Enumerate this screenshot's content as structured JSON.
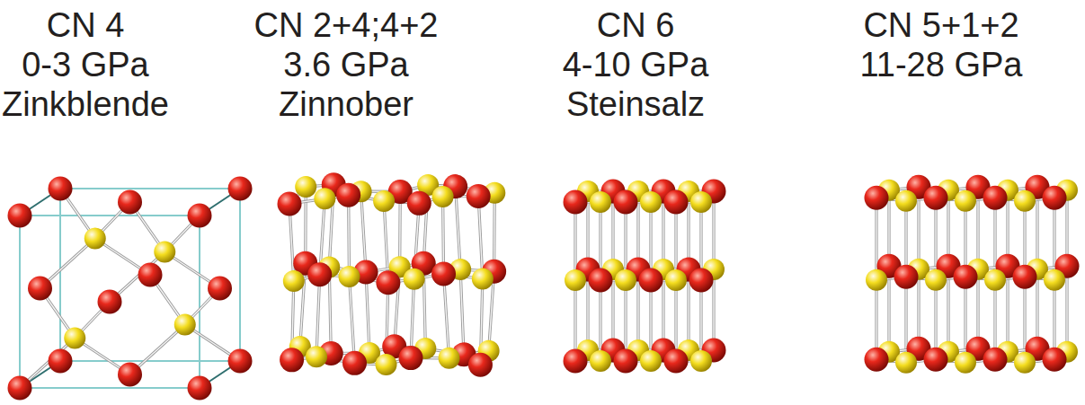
{
  "diagram": {
    "labels": [
      "CN 4",
      "0-3 GPa",
      "Zinkblende",
      "CN 2+4;4+2",
      "3.6 GPa",
      "Zinnober",
      "CN 6",
      "4-10 GPa",
      "Steinsalz",
      "CN 5+1+2",
      "11-28 GPa"
    ]
  }
}
